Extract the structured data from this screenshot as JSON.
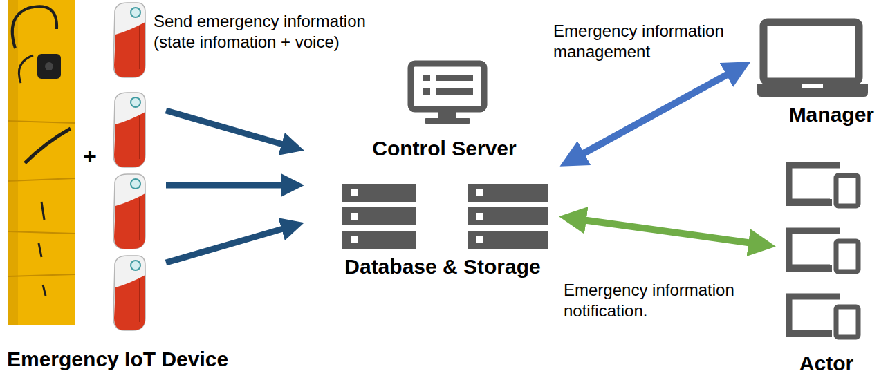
{
  "diagram": {
    "nodes": [
      {
        "text": [
          "Emergency IoT Device"
        ]
      },
      {
        "text": [
          "Control Server"
        ]
      },
      {
        "text": [
          "Database & Storage"
        ]
      },
      {
        "text": [
          "Manager"
        ]
      },
      {
        "text": [
          "Actor"
        ]
      }
    ],
    "edges": [
      {
        "from": 0,
        "to": 1,
        "arrow": "to"
      },
      {
        "from": 0,
        "to": 2,
        "arrow": "to"
      },
      {
        "from": 0,
        "to": 2,
        "arrow": "to"
      },
      {
        "from": 1,
        "to": 3,
        "label": "Emergency information management",
        "arrow": "both"
      },
      {
        "from": 2,
        "to": 4,
        "label": "Emergency information notification.",
        "arrow": "both"
      }
    ],
    "labels": [
      "Send emergency information (state infomation + voice)",
      "+"
    ]
  }
}
